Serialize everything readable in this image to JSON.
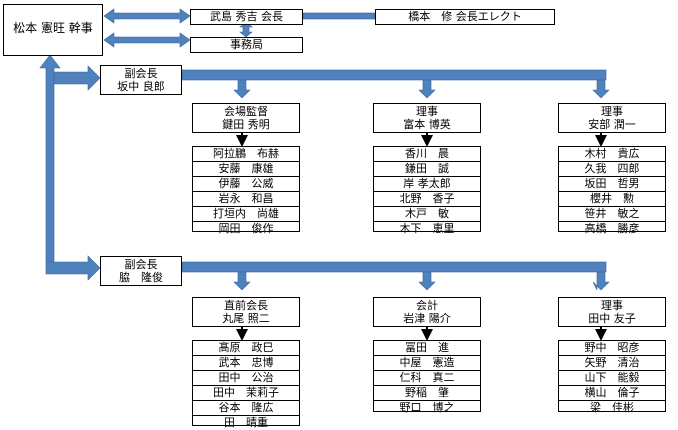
{
  "colors": {
    "arrow": "#4f81bd",
    "arrow_dark": "#3a6698",
    "border": "#000000"
  },
  "root": {
    "text": "松本 憲旺 幹事"
  },
  "president": {
    "text": "武島 秀吉 会長"
  },
  "elect": {
    "text": "橋本　修 会長エレクト"
  },
  "secretariat": {
    "text": "事務局"
  },
  "vp1": {
    "title": "副会長",
    "name": "坂中 良郎"
  },
  "vp2": {
    "title": "副会長",
    "name": "脇　隆俊"
  },
  "group1": [
    {
      "title": "会場監督",
      "name": "鍵田 秀明",
      "members": [
        "阿拉鵬　布赫",
        "安藤　康雄",
        "伊藤　公威",
        "岩永　和昌",
        "打垣内　尚雄",
        "岡田　俊作"
      ]
    },
    {
      "title": "理事",
      "name": "富本 博英",
      "members": [
        "香川　晨",
        "鎌田　誠",
        "岸 孝太郎",
        "北野　香子",
        "木戸　敏",
        "木下　恵里"
      ]
    },
    {
      "title": "理事",
      "name": "安部 潤一",
      "members": [
        "木村　貴広",
        "久我　四郎",
        "坂田　哲男",
        "櫻井　勲",
        "笹井　敏之",
        "高橋　勝彦"
      ]
    }
  ],
  "group2": [
    {
      "title": "直前会長",
      "name": "丸尾 照二",
      "members": [
        "髙原　政巳",
        "武本　忠博",
        "田中　公治",
        "田中　茉莉子",
        "谷本　隆広",
        "田　晴重"
      ]
    },
    {
      "title": "会計",
      "name": "岩津 陽介",
      "members": [
        "冨田　進",
        "中屋　憲造",
        "仁科　真二",
        "野稲　肇",
        "野口　博之"
      ]
    },
    {
      "title": "理事",
      "name": "田中 友子",
      "members": [
        "野中　昭彦",
        "矢野　清治",
        "山下　能毅",
        "横山　倫子",
        "梁　佳彬"
      ]
    }
  ]
}
